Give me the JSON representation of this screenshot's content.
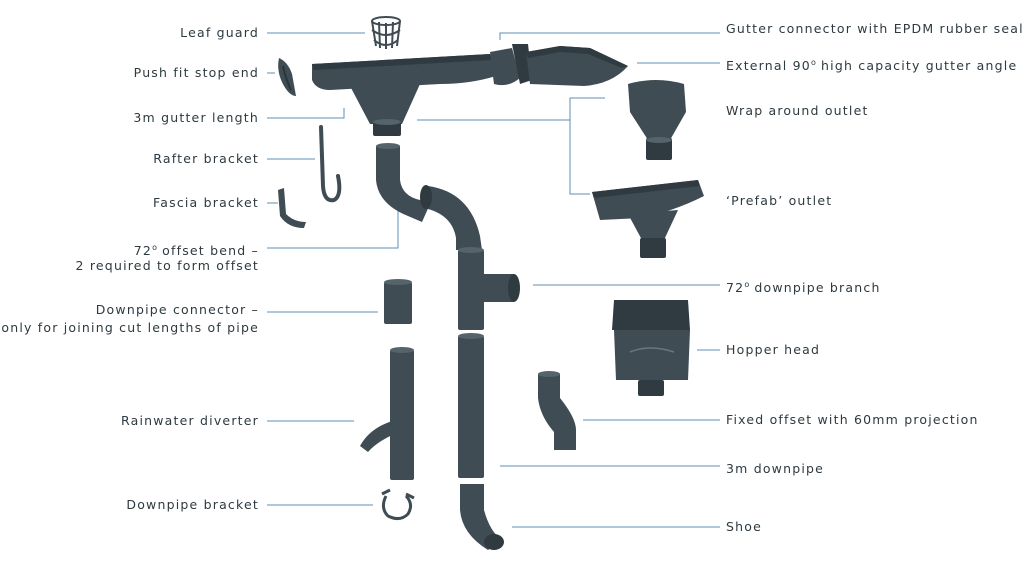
{
  "labels_left": {
    "leaf_guard": "Leaf guard",
    "push_fit_stop_end": "Push fit stop end",
    "gutter_length": "3m gutter length",
    "rafter_bracket": "Rafter bracket",
    "fascia_bracket": "Fascia bracket",
    "offset_bend_line1_prefix": "72",
    "offset_bend_line1_sup": "o",
    "offset_bend_line1_suffix": " offset bend –",
    "offset_bend_line2": "2 required to form offset",
    "downpipe_connector_line1": "Downpipe connector –",
    "downpipe_connector_line2": "only for joining cut lengths of pipe",
    "rainwater_diverter": "Rainwater diverter",
    "downpipe_bracket": "Downpipe bracket"
  },
  "labels_right": {
    "gutter_connector": "Gutter connector with EPDM rubber seal",
    "external_angle_prefix": "External 90",
    "external_angle_sup": "o",
    "external_angle_suffix": " high capacity gutter angle",
    "wrap_around_outlet": "Wrap around outlet",
    "prefab_outlet": "‘Prefab’ outlet",
    "downpipe_branch_prefix": "72",
    "downpipe_branch_sup": "o",
    "downpipe_branch_suffix": " downpipe branch",
    "hopper_head": "Hopper head",
    "fixed_offset": "Fixed offset with 60mm projection",
    "downpipe_3m": "3m downpipe",
    "shoe": "Shoe"
  },
  "colors": {
    "product": "#3f4c54",
    "leader_line": "#5d8fb6",
    "text": "#2e3a40",
    "background": "#ffffff"
  }
}
